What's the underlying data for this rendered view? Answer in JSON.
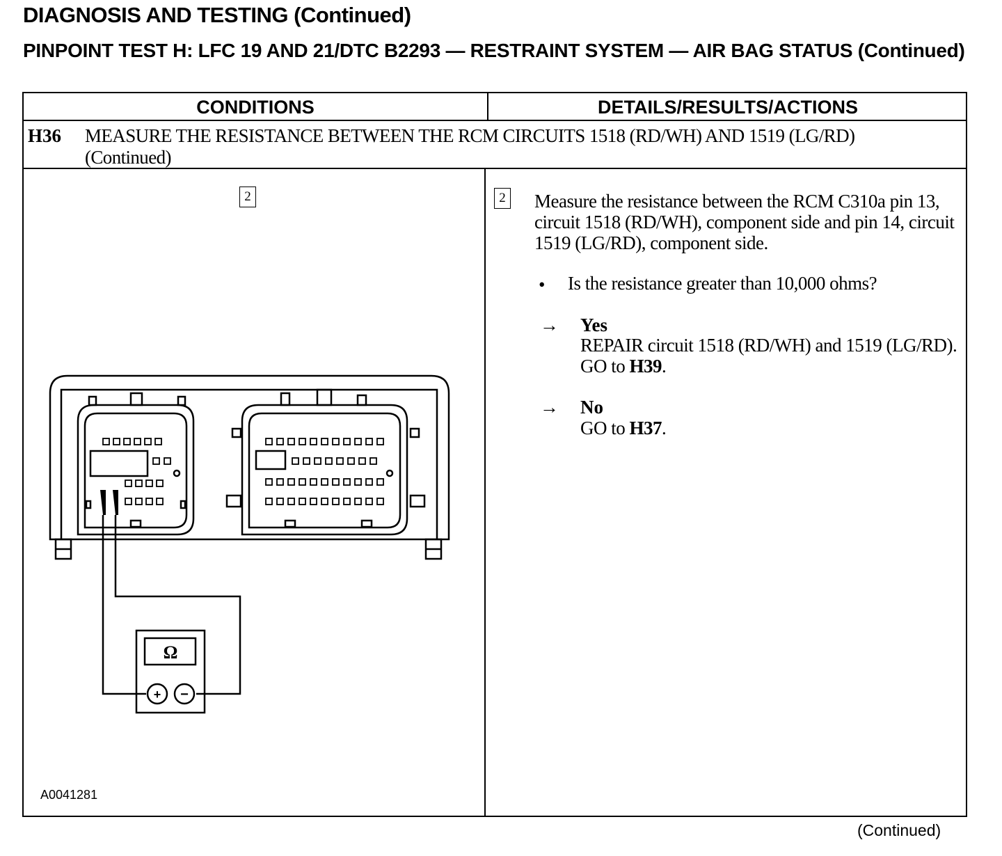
{
  "page": {
    "header": "DIAGNOSIS AND TESTING (Continued)",
    "subheader": "PINPOINT TEST H: LFC 19 AND 21/DTC B2293 — RESTRAINT SYSTEM — AIR BAG STATUS (Continued)",
    "footer_continued": "(Continued)"
  },
  "table": {
    "col_conditions": "CONDITIONS",
    "col_details": "DETAILS/RESULTS/ACTIONS",
    "step_id": "H36",
    "step_title": "MEASURE THE RESISTANCE BETWEEN THE RCM CIRCUITS 1518 (RD/WH) AND 1519 (LG/RD) (Continued)",
    "figure_step_number": "2",
    "figure_id": "A0041281",
    "meter_symbol": "Ω",
    "meter_plus": "+",
    "meter_minus": "−",
    "detail_step_number": "2",
    "instruction": "Measure the resistance between the RCM C310a pin 13, circuit 1518 (RD/WH), component side and pin 14, circuit 1519 (LG/RD), component side.",
    "bullet_symbol": "•",
    "question": "Is the resistance greater than 10,000 ohms?",
    "arrow_symbol": "→",
    "yes_label": "Yes",
    "yes_text_a": "REPAIR circuit 1518 (RD/WH) and 1519 (LG/RD). GO to ",
    "yes_ref": "H39",
    "no_label": "No",
    "no_text_a": "GO to ",
    "no_ref": "H37",
    "period": "."
  }
}
